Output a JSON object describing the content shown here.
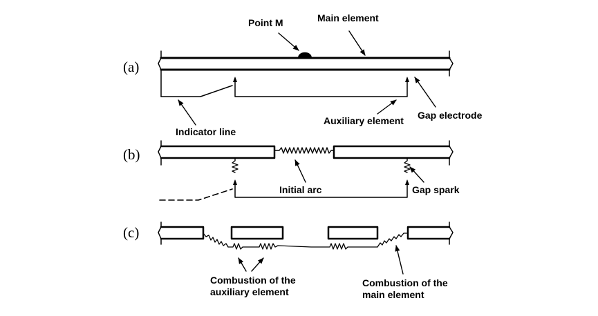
{
  "panels": {
    "a": "(a)",
    "b": "(b)",
    "c": "(c)"
  },
  "labels": {
    "point_m": "Point M",
    "main_element": "Main element",
    "indicator_line": "Indicator line",
    "auxiliary_element": "Auxiliary element",
    "gap_electrode": "Gap electrode",
    "initial_arc": "Initial arc",
    "gap_spark": "Gap spark",
    "combustion_aux_1": "Combustion of the",
    "combustion_aux_2": "auxiliary element",
    "combustion_main_1": "Combustion of the",
    "combustion_main_2": "main element"
  }
}
